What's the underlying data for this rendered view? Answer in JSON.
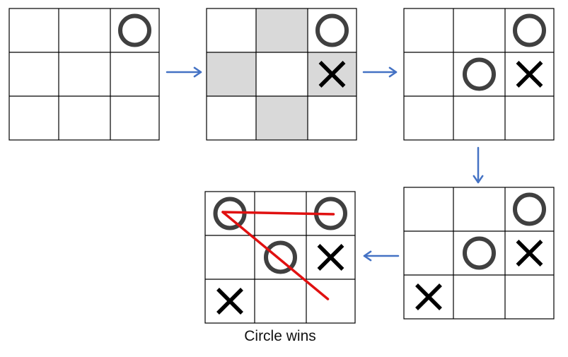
{
  "colors": {
    "grid_line": "#000000",
    "shade": "#d9d9d9",
    "circle": "#404040",
    "cross": "#000000",
    "arrow": "#4472c4",
    "win_line": "#e01010"
  },
  "boards": [
    {
      "id": "board-1",
      "cells": [
        "",
        "",
        "O",
        "",
        "",
        "",
        "",
        "",
        ""
      ],
      "shaded": []
    },
    {
      "id": "board-2",
      "cells": [
        "",
        "",
        "O",
        "",
        "",
        "X",
        "",
        "",
        ""
      ],
      "shaded": [
        1,
        3,
        5,
        7
      ]
    },
    {
      "id": "board-3",
      "cells": [
        "",
        "",
        "O",
        "",
        "O",
        "X",
        "",
        "",
        ""
      ],
      "shaded": []
    },
    {
      "id": "board-4",
      "cells": [
        "",
        "",
        "O",
        "",
        "O",
        "X",
        "X",
        "",
        ""
      ],
      "shaded": []
    },
    {
      "id": "board-5",
      "cells": [
        "O",
        "",
        "O",
        "",
        "O",
        "X",
        "X",
        "",
        ""
      ],
      "shaded": []
    }
  ],
  "arrows": [
    {
      "from": "board-1",
      "to": "board-2",
      "direction": "right"
    },
    {
      "from": "board-2",
      "to": "board-3",
      "direction": "right"
    },
    {
      "from": "board-3",
      "to": "board-4",
      "direction": "down"
    },
    {
      "from": "board-4",
      "to": "board-5",
      "direction": "left"
    }
  ],
  "win_lines": [
    {
      "board": "board-5",
      "from_cell": 0,
      "to_cell": 2
    },
    {
      "board": "board-5",
      "from_cell": 0,
      "to_cell": 8
    }
  ],
  "caption": "Circle wins"
}
